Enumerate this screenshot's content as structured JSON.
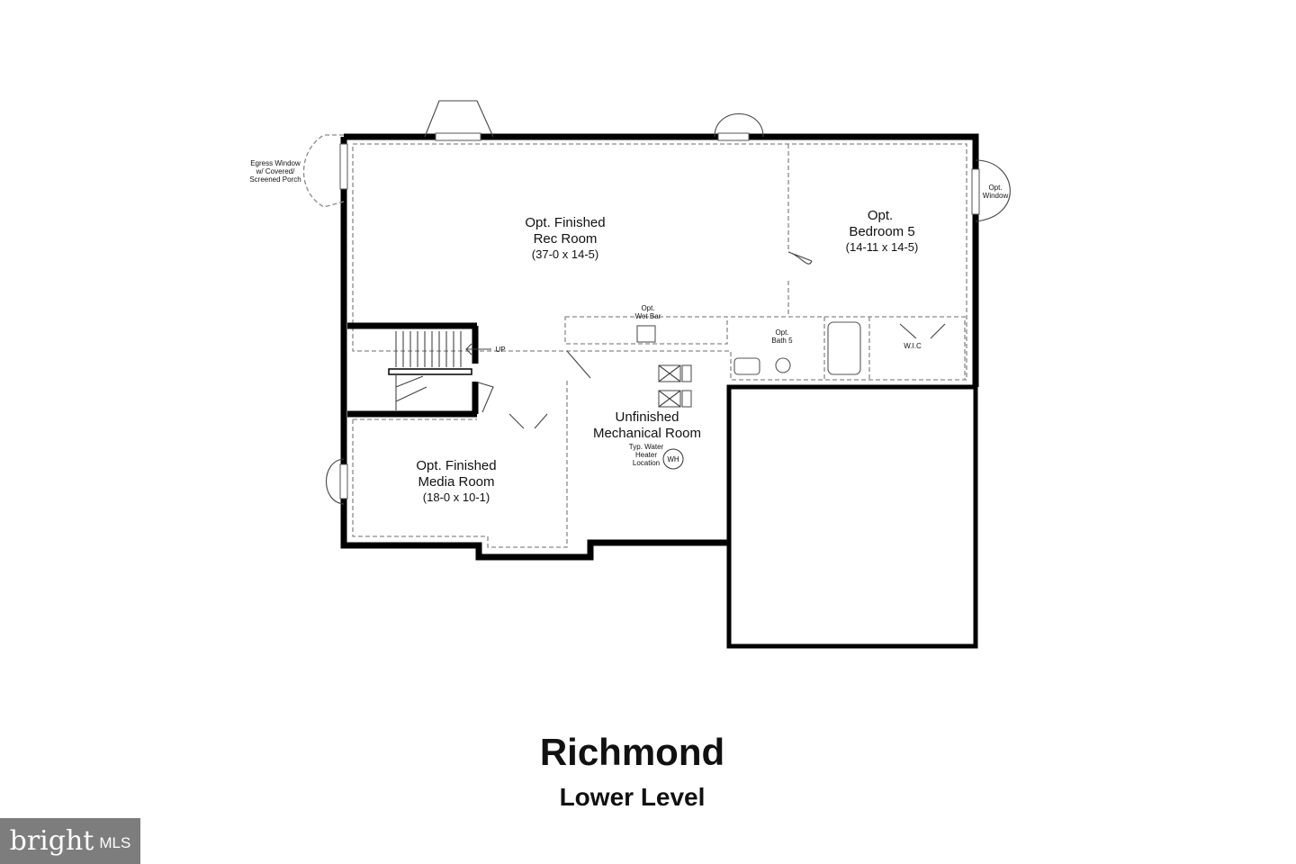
{
  "plan": {
    "title": "Richmond",
    "subtitle": "Lower Level"
  },
  "rooms": {
    "rec_room": {
      "line1": "Opt. Finished",
      "line2": "Rec Room",
      "dims": "(37-0 x 14-5)"
    },
    "bedroom5": {
      "line1": "Opt.",
      "line2": "Bedroom 5",
      "dims": "(14-11 x 14-5)"
    },
    "mechanical": {
      "line1": "Unfinished",
      "line2": "Mechanical Room"
    },
    "media_room": {
      "line1": "Opt. Finished",
      "line2": "Media Room",
      "dims": "(18-0 x 10-1)"
    }
  },
  "notes": {
    "egress_1": "Egress Window",
    "egress_2": "w/ Covered/",
    "egress_3": "Screened Porch",
    "opt_window_1": "Opt.",
    "opt_window_2": "Window",
    "wet_bar_1": "Opt.",
    "wet_bar_2": "Wet Bar",
    "bath_1": "Opt.",
    "bath_2": "Bath 5",
    "wic": "W.I.C",
    "up": "UP",
    "water_heater_1": "Typ. Water",
    "water_heater_2": "Heater",
    "water_heater_3": "Location",
    "wh": "WH"
  },
  "brand": {
    "name": "bright",
    "suffix": "MLS"
  },
  "colors": {
    "wall": "#000000",
    "dashed_interior": "#8a8a8a",
    "badge_bg": "#7d7d7d"
  }
}
